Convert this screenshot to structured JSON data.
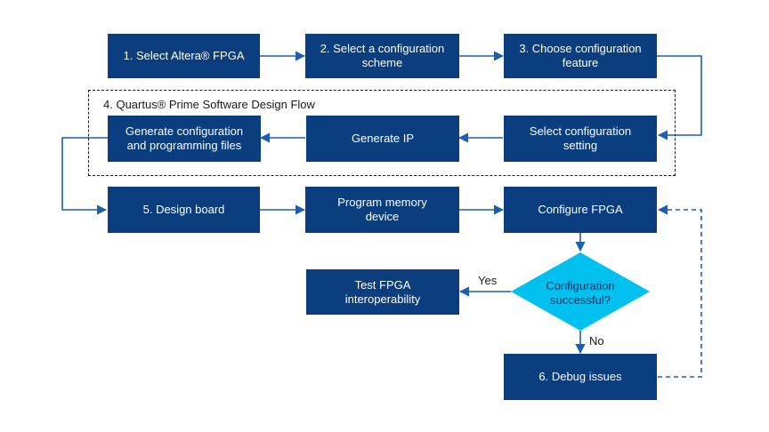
{
  "colors": {
    "box_fill": "#0b3e7e",
    "box_text": "#ffffff",
    "decision_fill": "#00c0f0",
    "connector": "#1b5fae",
    "group_border": "#1a1a1a"
  },
  "group": {
    "label": "4. Quartus® Prime Software Design Flow"
  },
  "nodes": {
    "select_fpga": "1.  Select Altera® FPGA",
    "select_scheme": "2. Select a configuration\nscheme",
    "choose_feature": "3. Choose configuration\nfeature",
    "select_setting": "Select configuration\nsetting",
    "generate_ip": "Generate IP",
    "generate_files": "Generate configuration\nand programming files",
    "design_board": "5. Design board",
    "program_memory": "Program memory\ndevice",
    "configure_fpga": "Configure FPGA",
    "decision": "Configuration\nsuccessful?",
    "test_interop": "Test FPGA\ninteroperability",
    "debug_issues": "6. Debug issues"
  },
  "edges": {
    "yes_label": "Yes",
    "no_label": "No"
  }
}
